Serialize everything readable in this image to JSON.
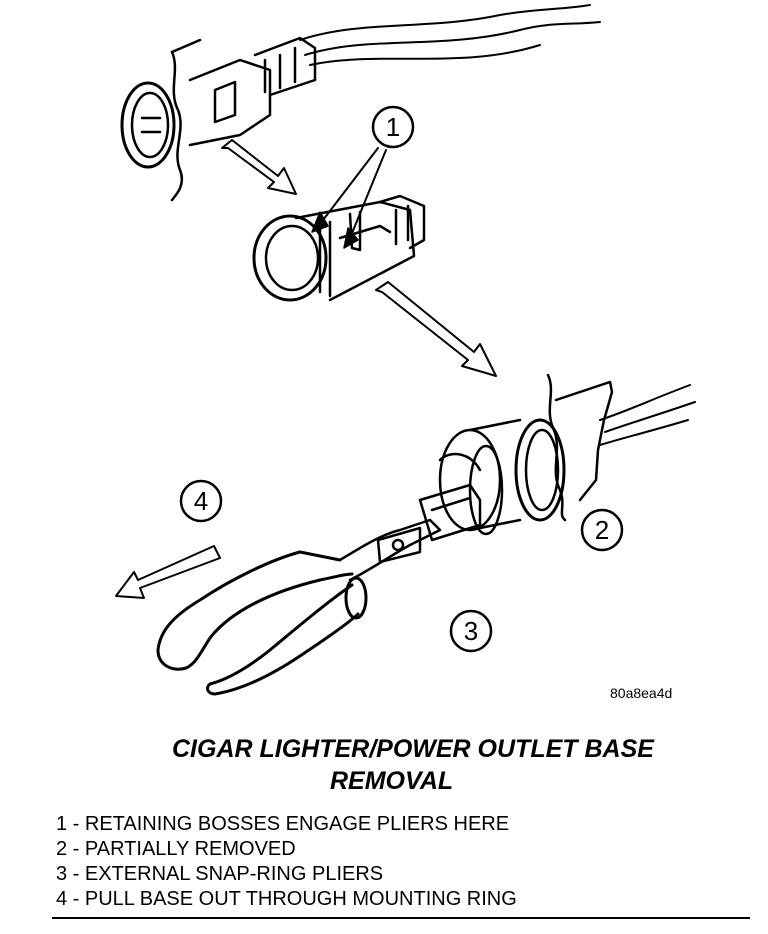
{
  "figure": {
    "id_code": "80a8ea4d",
    "title_line1": "CIGAR LIGHTER/POWER OUTLET BASE",
    "title_line2": "REMOVAL"
  },
  "callouts": [
    "1",
    "2",
    "3",
    "4"
  ],
  "legend": [
    "1 - RETAINING BOSSES ENGAGE PLIERS HERE",
    "2 - PARTIALLY REMOVED",
    "3 - EXTERNAL SNAP-RING PLIERS",
    "4 - PULL BASE OUT THROUGH MOUNTING RING"
  ]
}
